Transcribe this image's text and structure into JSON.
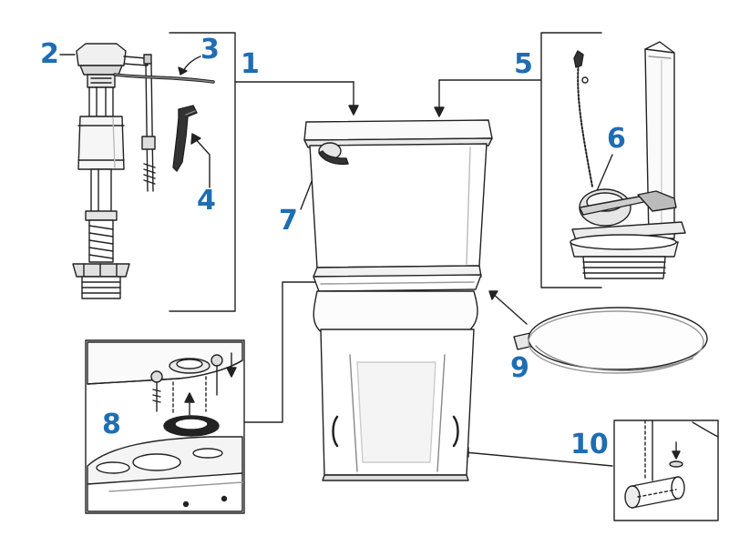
{
  "label_color": "#1f6db3",
  "line_color": "#222222",
  "parts": [
    {
      "number": "1"
    },
    {
      "number": "2"
    },
    {
      "number": "3"
    },
    {
      "number": "4"
    },
    {
      "number": "5"
    },
    {
      "number": "6"
    },
    {
      "number": "7"
    },
    {
      "number": "8"
    },
    {
      "number": "9"
    },
    {
      "number": "10"
    }
  ]
}
